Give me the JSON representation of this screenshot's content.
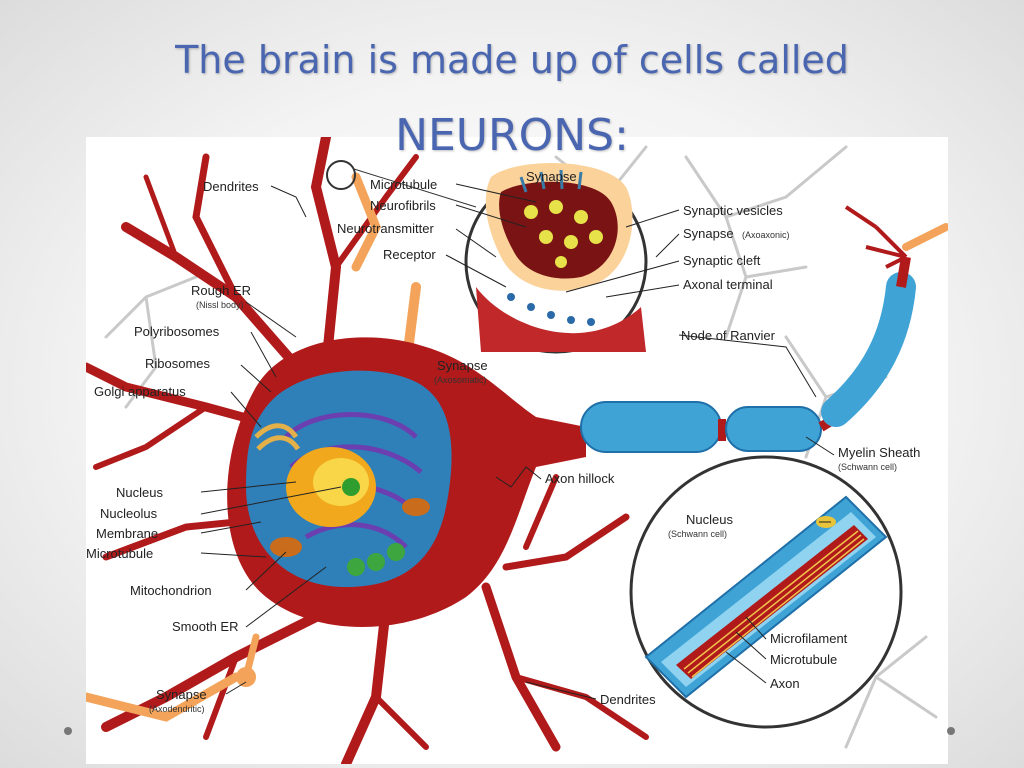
{
  "slide": {
    "title_line1": "The brain is made up of cells called",
    "title_line2": "NEURONS:"
  },
  "colors": {
    "title": "#4a66b0",
    "cytoplasm": "#b11a1a",
    "nucleus_region": "#2f7fb8",
    "myelin": "#3fa3d6",
    "terminal_bg": "#fbd29a"
  },
  "labels": {
    "dendrites_top": "Dendrites",
    "rough_er": "Rough ER",
    "nissl_body": "(Nissl body)",
    "polyribosomes": "Polyribosomes",
    "ribosomes": "Ribosomes",
    "golgi": "Golgi apparatus",
    "nucleus": "Nucleus",
    "nucleolus": "Nucleolus",
    "membrane": "Membrane",
    "microtubule_left": "Microtubule",
    "mitochondrion": "Mitochondrion",
    "smooth_er": "Smooth ER",
    "synapse_axodendritic": "Synapse",
    "axodendritic": "(Axodendritic)",
    "microtubule_top": "Microtubule",
    "neurofibrils": "Neurofibrils",
    "neurotransmitter": "Neurotransmitter",
    "receptor": "Receptor",
    "synapse_top": "Synapse",
    "synaptic_vesicles": "Synaptic vesicles",
    "synapse_axoaxonic": "Synapse",
    "axoaxonic": "(Axoaxonic)",
    "synaptic_cleft": "Synaptic cleft",
    "axonal_terminal": "Axonal terminal",
    "node_of_ranvier": "Node of Ranvier",
    "synapse_axosomatic": "Synapse",
    "axosomatic": "(Axosomatic)",
    "axon_hillock": "Axon hillock",
    "myelin_sheath": "Myelin Sheath",
    "schwann_cell": "(Schwann cell)",
    "nucleus_schwann": "Nucleus",
    "schwann_cell_2": "(Schwann cell)",
    "microfilament": "Microfilament",
    "microtubule_axon": "Microtubule",
    "axon": "Axon",
    "dendrites_bottom": "Dendrites"
  }
}
